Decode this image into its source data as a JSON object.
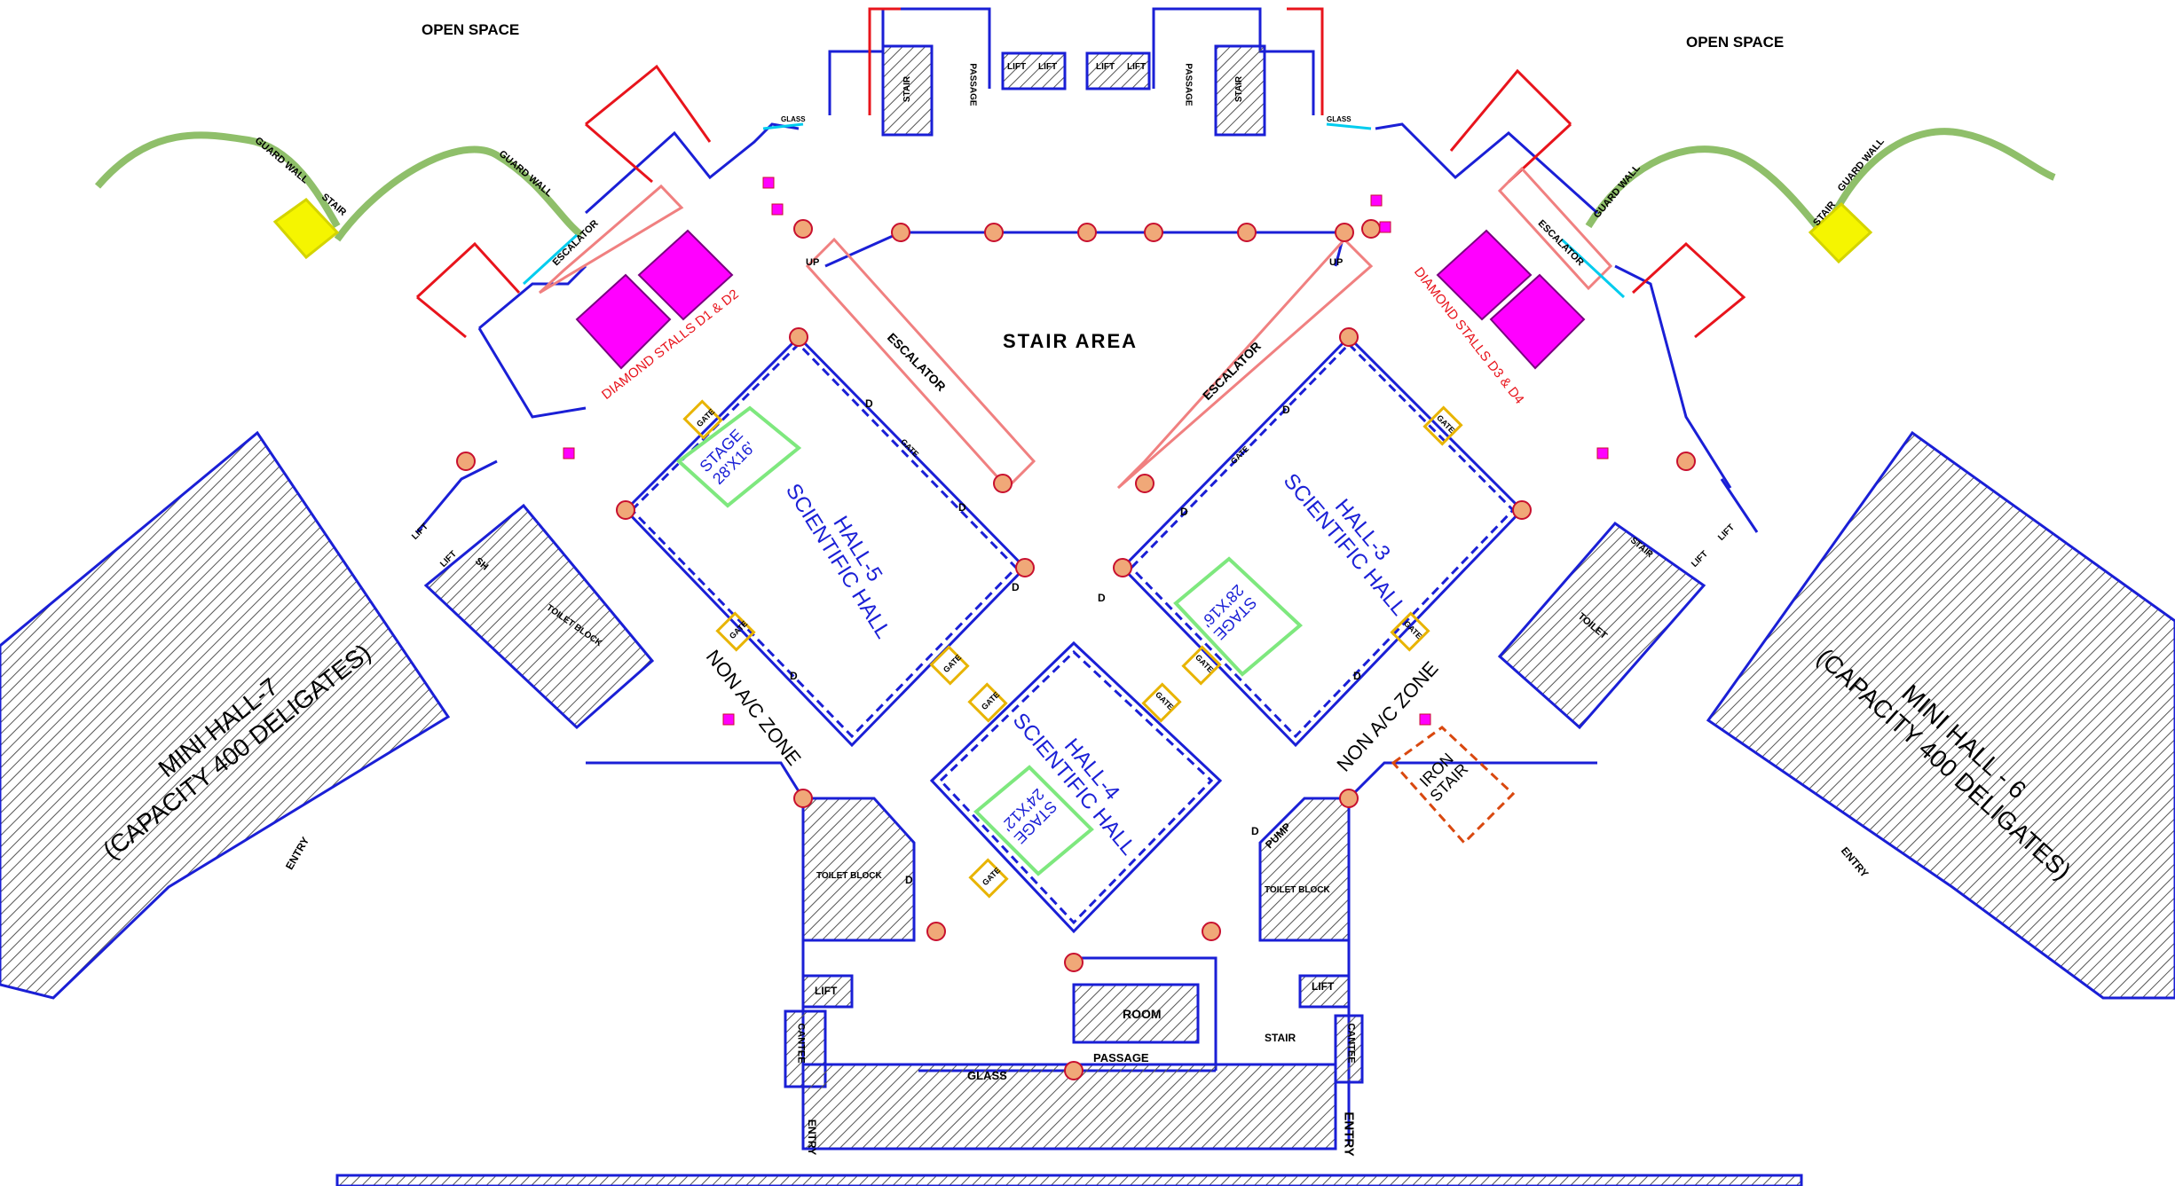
{
  "labels": {
    "open_space_left": "OPEN SPACE",
    "open_space_right": "OPEN SPACE",
    "stair_area": "STAIR AREA",
    "escalator_left": "ESCALATOR",
    "escalator_right": "ESCALATOR",
    "escalator_small_left": "ESCALATOR",
    "escalator_small_right": "ESCALATOR",
    "up": "UP",
    "diamond_d1_d2": "DIAMOND STALLS D1 & D2",
    "diamond_d3_d4": "DIAMOND STALLS D3 & D4",
    "guard_wall": "GUARD WALL",
    "stair": "STAIR",
    "glass": "GLASS",
    "passage": "PASSAGE",
    "lift": "LIFT",
    "gate": "GATE",
    "door": "D",
    "hall5": "HALL-5",
    "hall5_sub": "SCIENTIFIC HALL",
    "hall3": "HALL-3",
    "hall3_sub": "SCIENTIFIC HALL",
    "hall4": "HALL-4",
    "hall4_sub": "SCIENTIFIC HALL",
    "stage_h5": "STAGE",
    "stage_h5_dim": "28'X16'",
    "stage_h3": "STAGE",
    "stage_h3_dim": "28'X16'",
    "stage_h4": "STAGE",
    "stage_h4_dim": "24'X12'",
    "non_ac_left": "NON A/C ZONE",
    "non_ac_right": "NON A/C ZONE",
    "mini_hall7": "MINI HALL-7",
    "mini_hall7_cap": "(CAPACITY 400 DELIGATES)",
    "mini_hall6": "MINI HALL - 6",
    "mini_hall6_cap": "(CAPACITY 400 DELIGATES)",
    "entry": "ENTRY",
    "toilet": "TOILET",
    "toilet_block": "TOILET BLOCK",
    "iron_stair_1": "IRON",
    "iron_stair_2": "STAIR",
    "pump": "PUMP",
    "room": "ROOM",
    "cantee": "CANTEE",
    "sh": "SH"
  },
  "colors": {
    "wall": "#1a1fd6",
    "red": "#e8141c",
    "pink_line": "#f08080",
    "magenta": "#ff00ff",
    "stage": "#7ee87e",
    "gate": "#e8b400",
    "pillar_fill": "#f0a878",
    "pillar_stroke": "#c8102e",
    "guard_wall": "#8fbf6a",
    "stair_yellow": "#f5f500",
    "glass": "#00ccee",
    "iron_stair": "#d9480f",
    "hatch": "#5a5a5a"
  }
}
